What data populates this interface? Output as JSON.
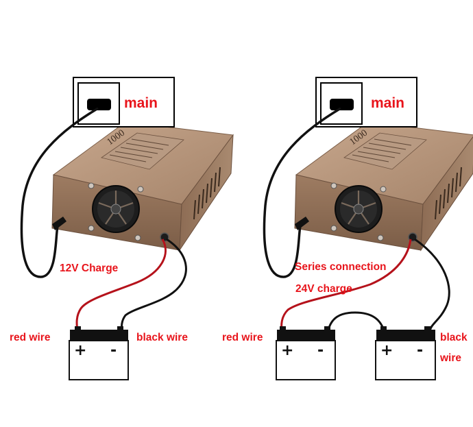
{
  "left": {
    "socket_label": "main",
    "mode_label": "12V Charge",
    "red_label": "red wire",
    "black_label": "black wire",
    "battery": {
      "plus": "+",
      "minus": "-"
    }
  },
  "right": {
    "socket_label": "main",
    "mode_line1": "Series connection",
    "mode_line2": "24V charge",
    "red_label": "red wire",
    "black_label_line1": "black",
    "black_label_line2": "wire",
    "battery1": {
      "plus": "+",
      "minus": "-"
    },
    "battery2": {
      "plus": "+",
      "minus": "-"
    }
  },
  "colors": {
    "label_red": "#e8141b",
    "red_cable": "#b5121b",
    "black_cable": "#111111",
    "charger_body": "#9c7a60"
  }
}
